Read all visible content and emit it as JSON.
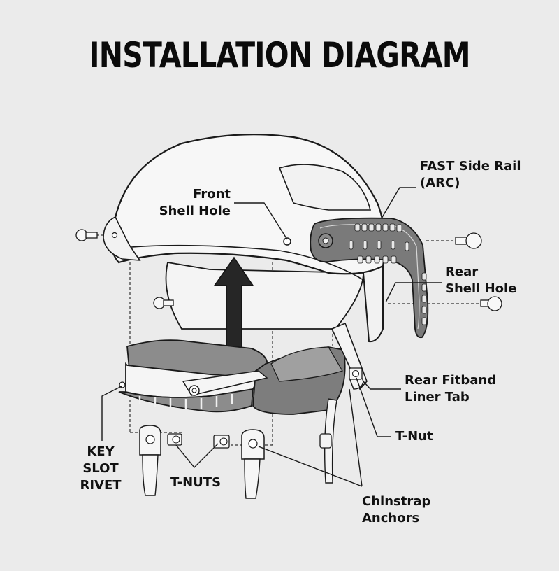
{
  "title": "INSTALLATION DIAGRAM",
  "labels": {
    "fast_side_rail": [
      "FAST Side Rail",
      "(ARC)"
    ],
    "front_shell_hole": [
      "Front",
      "Shell Hole"
    ],
    "rear_shell_hole": [
      "Rear",
      "Shell Hole"
    ],
    "rear_fitband_liner_tab": [
      "Rear Fitband",
      "Liner Tab"
    ],
    "t_nut": "T-Nut",
    "key_slot_rivet": [
      "KEY",
      "SLOT",
      "RIVET"
    ],
    "t_nuts": "T-NUTS",
    "chinstrap_anchors": [
      "Chinstrap",
      "Anchors"
    ]
  },
  "colors": {
    "background": "#ebebeb",
    "shell": "#f7f7f7",
    "outline": "#1a1a1a",
    "rail": "#6e6e6e",
    "pads": "#8c8c8c",
    "arrow": "#262626"
  }
}
